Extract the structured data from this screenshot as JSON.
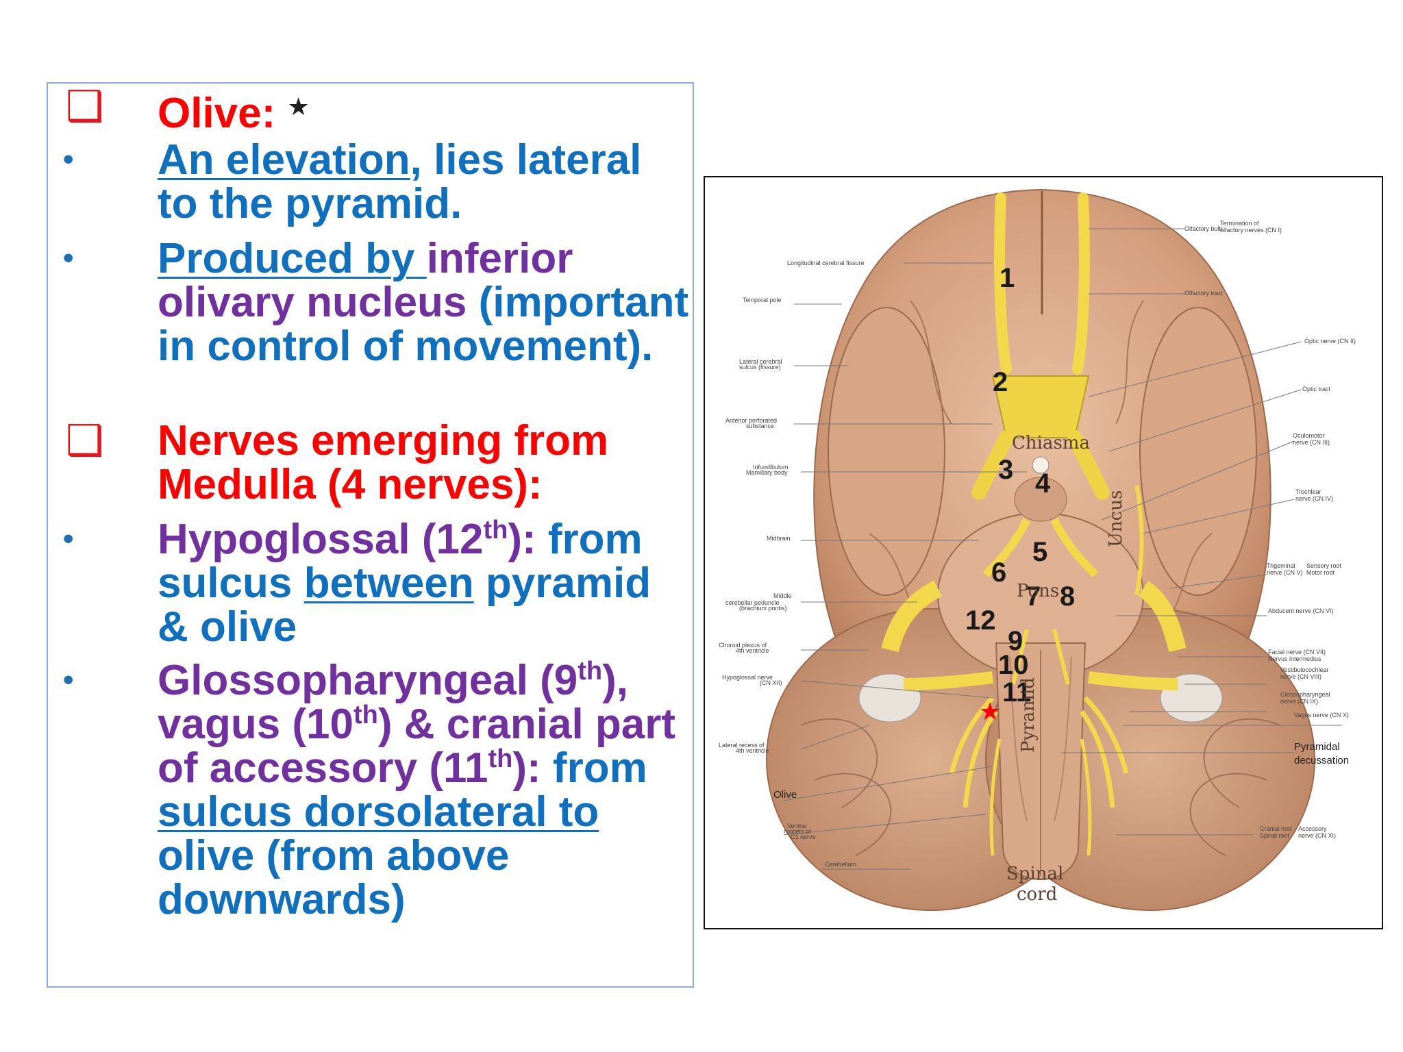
{
  "section1": {
    "heading": "Olive:",
    "star": "★",
    "bullet1_underlined": "An elevation",
    "bullet1_rest": ", lies lateral to the pyramid.",
    "bullet2_underlined": "Produced by ",
    "bullet2_purple": "inferior olivary nucleus",
    "bullet2_rest": " (important in control of movement)."
  },
  "section2": {
    "heading": "Nerves emerging from Medulla (4 nerves):",
    "bullet3_purple": "Hypoglossal (12",
    "bullet3_sup": "th",
    "bullet3_purple_end": "):",
    "bullet3_blue1": " from sulcus ",
    "bullet3_underlined": "between",
    "bullet3_blue2": " pyramid & olive",
    "bullet4_p1": "Glossopharyngeal (9",
    "bullet4_sup1": "th",
    "bullet4_p2": "), vagus (10",
    "bullet4_sup2": "th",
    "bullet4_p3": ") & cranial part of accessory (11",
    "bullet4_sup3": "th",
    "bullet4_p4": "):",
    "bullet4_blue1": " from ",
    "bullet4_underlined1": "sulcus",
    "bullet4_underlined2": " dorsolateral to",
    "bullet4_blue2": " olive (from above downwards)"
  },
  "figure": {
    "nerve_numbers": [
      "1",
      "2",
      "3",
      "4",
      "5",
      "6",
      "7",
      "8",
      "12",
      "9",
      "10",
      "11"
    ],
    "handwritten": {
      "chiasma": "Chiasma",
      "uncus": "Uncus",
      "pons": "Pons",
      "pyramid": "Pyramid",
      "spinal": "Spinal",
      "cord": "cord"
    },
    "labels_left": [
      "Longitudinal cerebral fissure",
      "Temporal pole",
      "Lateral cerebral",
      "sulcus (fissure)",
      "Anterior perforated",
      "substance",
      "Infundibulum",
      "Mamillary body",
      "Midbrain",
      "Middle",
      "cerebellar peduncle",
      "(brachium pontis)",
      "Choroid plexus of",
      "4th ventricle",
      "Hypoglossal nerve",
      "(CN XII)",
      "Lateral recess of",
      "4th ventricle",
      "Olive",
      "Ventral",
      "rootlets of",
      "C1 nerve",
      "Cerebellum"
    ],
    "labels_right": [
      "Olfactory bulb",
      "Termination of",
      "olfactory nerves (CN I)",
      "Olfactory tract",
      "Optic nerve (CN II)",
      "Optic tract",
      "Oculomotor",
      "nerve (CN III)",
      "Trochlear",
      "nerve (CN IV)",
      "Trigeminal",
      "nerve (CN V)",
      "Sensory root",
      "Motor root",
      "Abducent nerve (CN VI)",
      "Facial nerve (CN VII)",
      "Nervus intermedius",
      "Vestibulocochlear",
      "nerve (CN VIII)",
      "Glossopharyngeal",
      "nerve (CN IX)",
      "Vagus nerve (CN X)",
      "Pyramidal",
      "decussation",
      "Cranial root",
      "Spinal root",
      "Accessory",
      "nerve (CN XI)"
    ],
    "star_marker": "★"
  }
}
